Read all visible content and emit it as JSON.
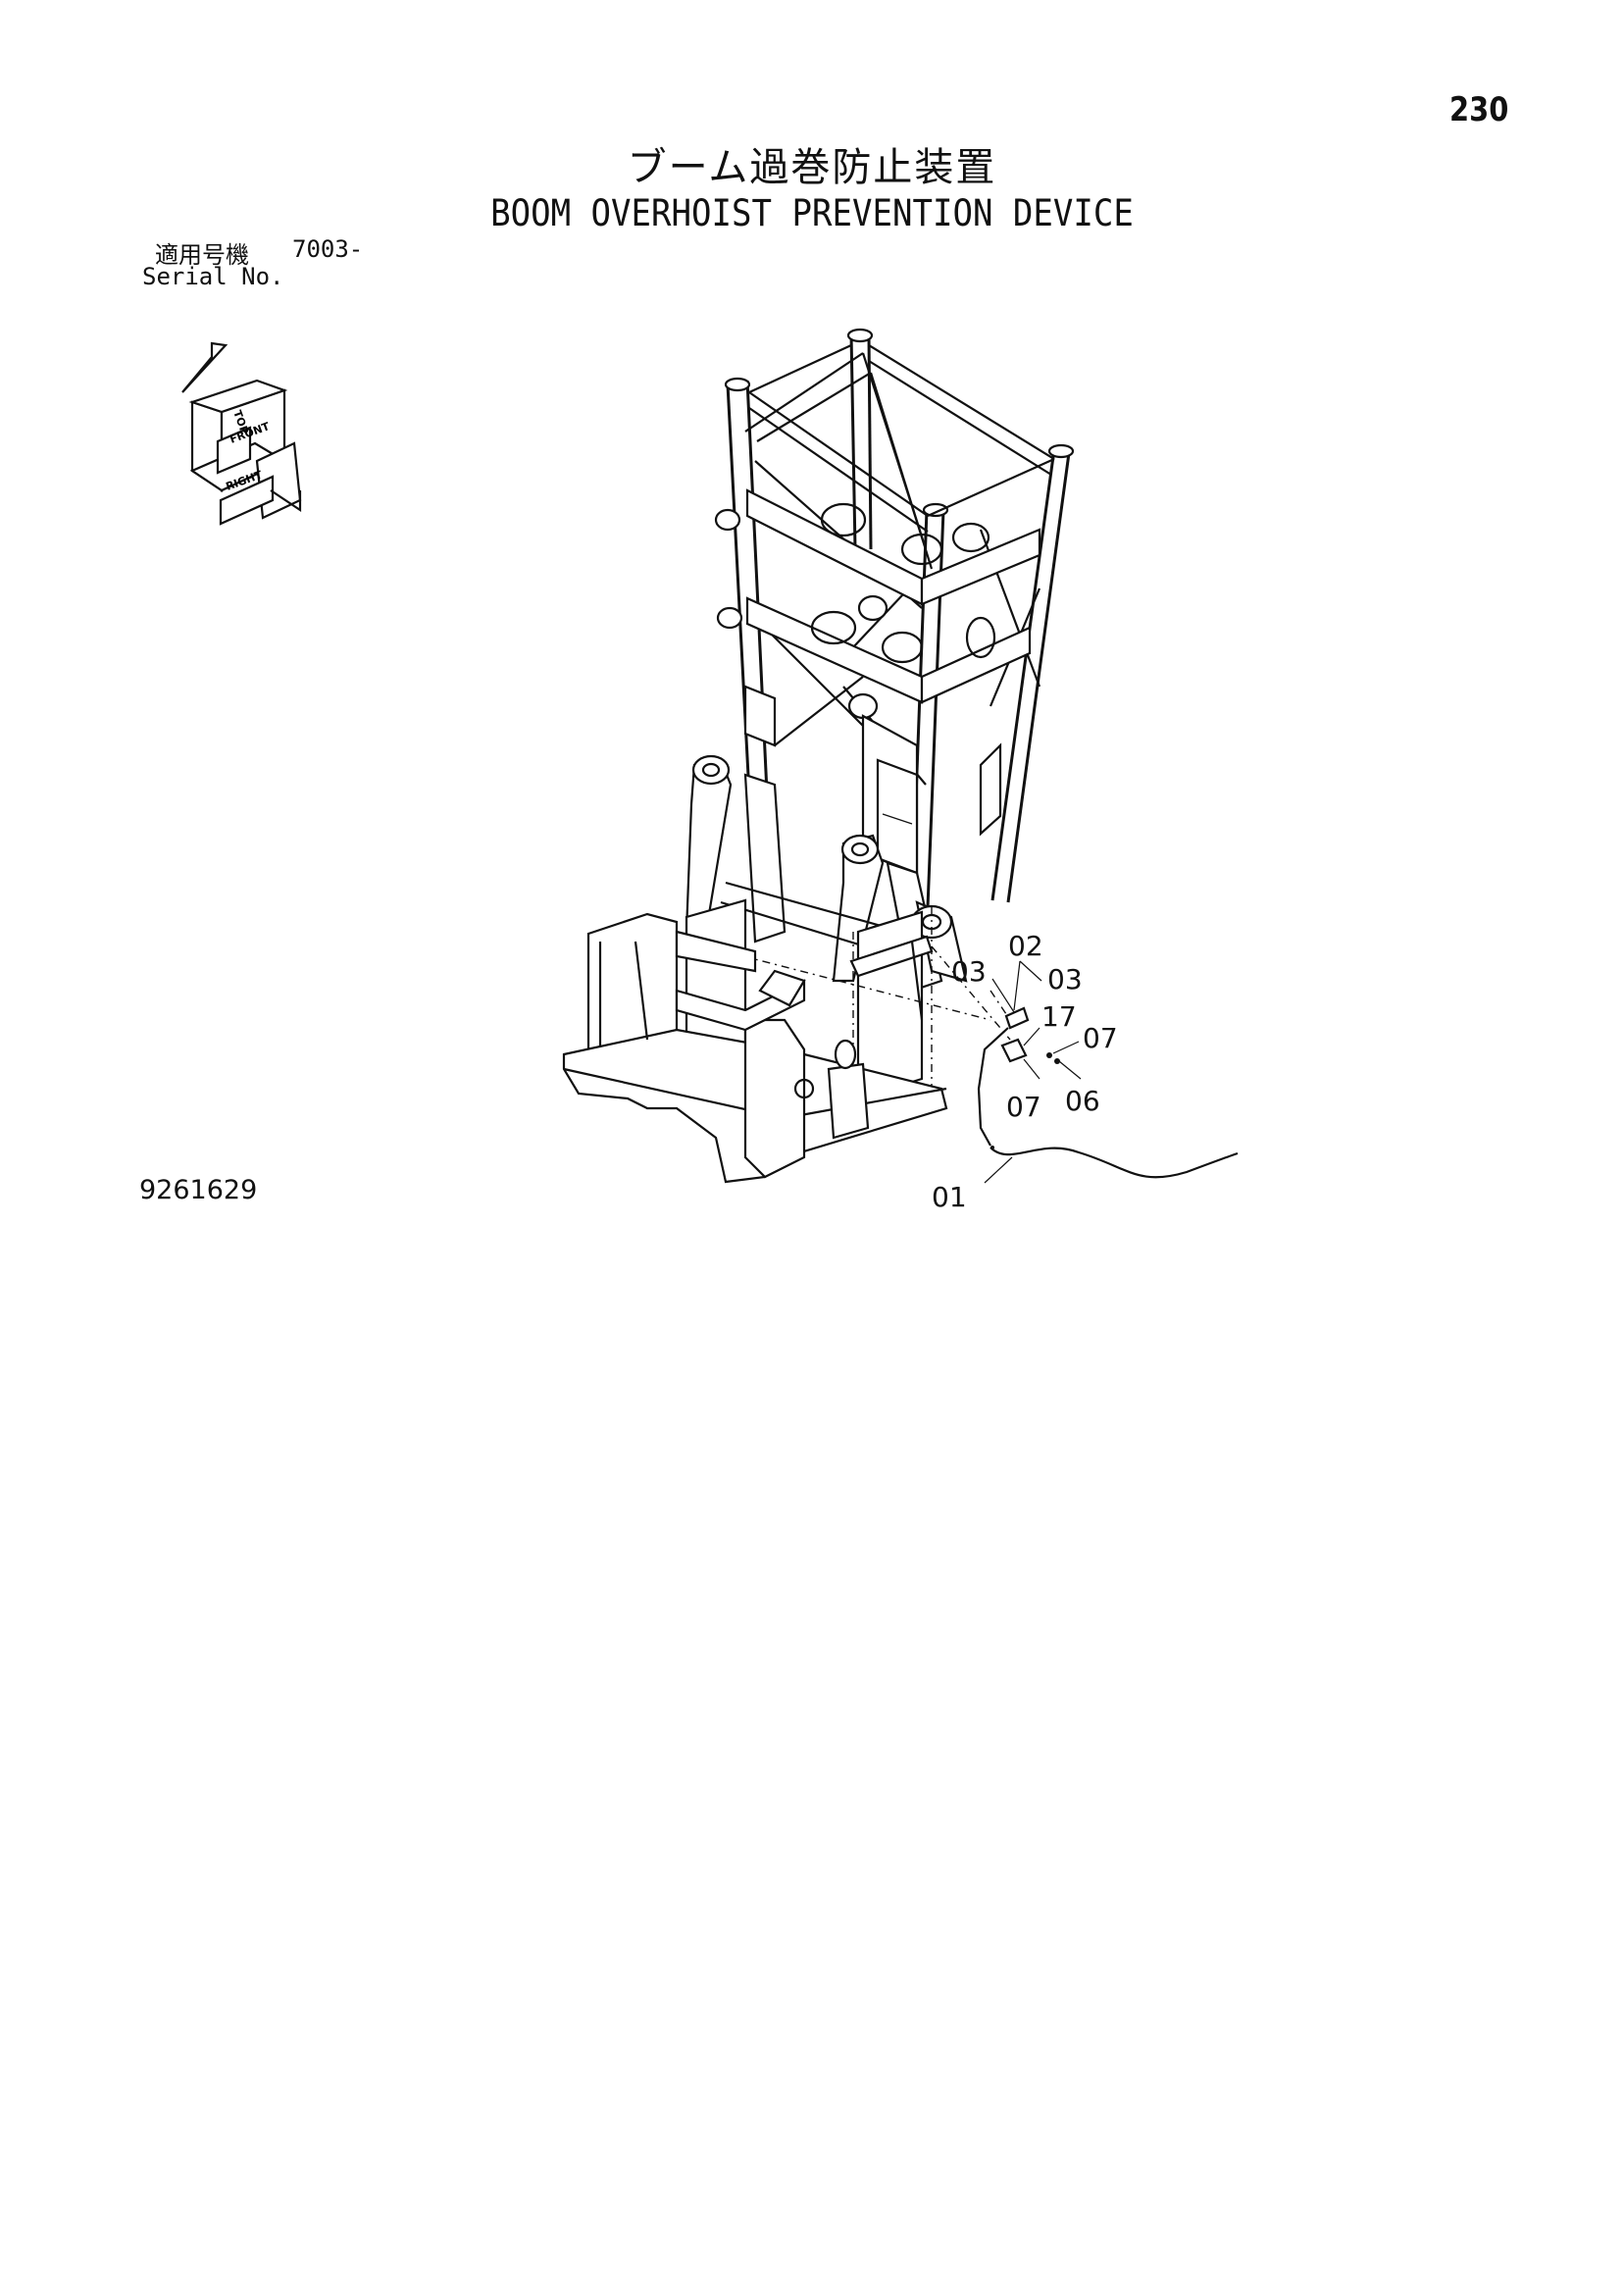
{
  "page_number": "230",
  "title_ja": "ブーム過巻防止装置",
  "title_en": "BOOM OVERHOIST PREVENTION DEVICE",
  "serial": {
    "label_ja": "適用号機",
    "value": "7003-",
    "label_en": "Serial No."
  },
  "drawing_number": "9261629",
  "orientation_icon": {
    "labels": [
      "TOP",
      "FRONT",
      "RIGHT"
    ]
  },
  "callouts": [
    "02",
    "03",
    "03",
    "17",
    "07",
    "07",
    "06",
    "01"
  ]
}
